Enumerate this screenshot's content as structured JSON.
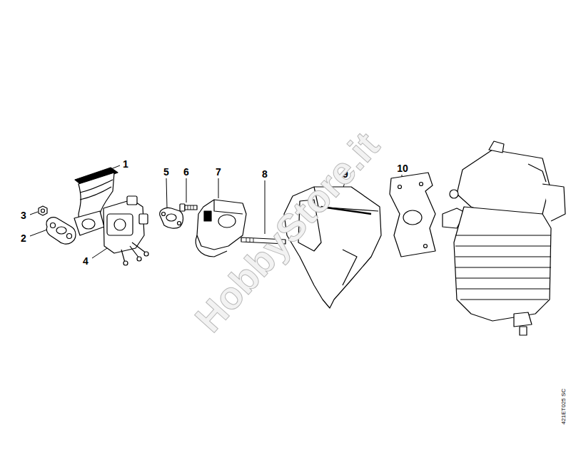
{
  "diagram": {
    "labels": [
      "1",
      "2",
      "3",
      "4",
      "5",
      "6",
      "7",
      "8",
      "9",
      "10",
      "HobbyStore.it",
      "421ET025 SC"
    ]
  }
}
